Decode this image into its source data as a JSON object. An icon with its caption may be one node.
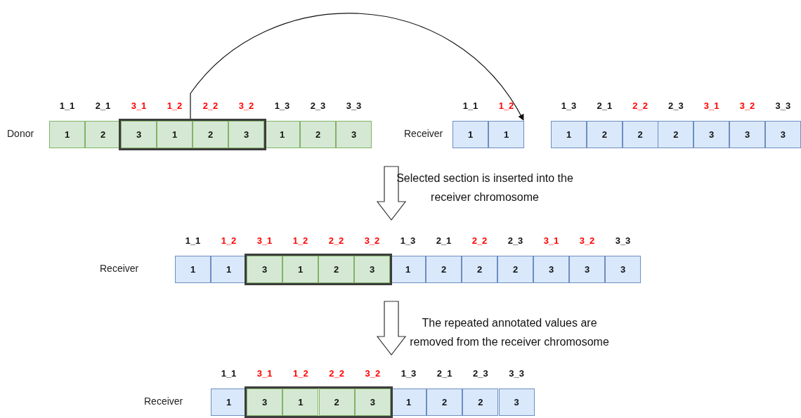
{
  "diagram": {
    "nodes": [
      {
        "text": [
          "Donor"
        ]
      },
      {
        "text": [
          "1"
        ],
        "beside": [
          "1_1"
        ],
        "in": 0
      },
      {
        "text": [
          "2"
        ],
        "beside": [
          "2_1"
        ],
        "in": 0
      },
      {
        "text": [],
        "shape": "box",
        "in": 0
      },
      {
        "text": [
          "3"
        ],
        "beside": [
          "3_1"
        ],
        "in": 3
      },
      {
        "text": [
          "1"
        ],
        "beside": [
          "1_2"
        ],
        "in": 3
      },
      {
        "text": [
          "2"
        ],
        "beside": [
          "2_2"
        ],
        "in": 3
      },
      {
        "text": [
          "3"
        ],
        "beside": [
          "3_2"
        ],
        "in": 3
      },
      {
        "text": [
          "1"
        ],
        "beside": [
          "1_3"
        ],
        "in": 0
      },
      {
        "text": [
          "2"
        ],
        "beside": [
          "2_3"
        ],
        "in": 0
      },
      {
        "text": [
          "3"
        ],
        "beside": [
          "3_3"
        ],
        "in": 0
      },
      {
        "text": [
          "Receiver"
        ]
      },
      {
        "text": [
          "1"
        ],
        "beside": [
          "1_1"
        ],
        "in": 11
      },
      {
        "text": [
          "1"
        ],
        "beside": [
          "1_2"
        ],
        "in": 11
      },
      {
        "text": [
          "1"
        ],
        "beside": [
          "1_3"
        ],
        "in": 11
      },
      {
        "text": [
          "2"
        ],
        "beside": [
          "2_1"
        ],
        "in": 11
      },
      {
        "text": [
          "2"
        ],
        "beside": [
          "2_2"
        ],
        "in": 11
      },
      {
        "text": [
          "2"
        ],
        "beside": [
          "2_3"
        ],
        "in": 11
      },
      {
        "text": [
          "3"
        ],
        "beside": [
          "3_1"
        ],
        "in": 11
      },
      {
        "text": [
          "3"
        ],
        "beside": [
          "3_2"
        ],
        "in": 11
      },
      {
        "text": [
          "3"
        ],
        "beside": [
          "3_3"
        ],
        "in": 11
      },
      {
        "text": [
          "Receiver"
        ]
      },
      {
        "text": [
          "1"
        ],
        "beside": [
          "1_1"
        ],
        "in": 21
      },
      {
        "text": [
          "1"
        ],
        "beside": [
          "1_2"
        ],
        "in": 21
      },
      {
        "text": [],
        "shape": "box",
        "in": 21
      },
      {
        "text": [
          "3"
        ],
        "beside": [
          "3_1"
        ],
        "in": 24
      },
      {
        "text": [
          "1"
        ],
        "beside": [
          "1_2"
        ],
        "in": 24
      },
      {
        "text": [
          "2"
        ],
        "beside": [
          "2_2"
        ],
        "in": 24
      },
      {
        "text": [
          "3"
        ],
        "beside": [
          "3_2"
        ],
        "in": 24
      },
      {
        "text": [
          "1"
        ],
        "beside": [
          "1_3"
        ],
        "in": 21
      },
      {
        "text": [
          "2"
        ],
        "beside": [
          "2_1"
        ],
        "in": 21
      },
      {
        "text": [
          "2"
        ],
        "beside": [
          "2_2"
        ],
        "in": 21
      },
      {
        "text": [
          "2"
        ],
        "beside": [
          "2_3"
        ],
        "in": 21
      },
      {
        "text": [
          "3"
        ],
        "beside": [
          "3_1"
        ],
        "in": 21
      },
      {
        "text": [
          "3"
        ],
        "beside": [
          "3_2"
        ],
        "in": 21
      },
      {
        "text": [
          "3"
        ],
        "beside": [
          "3_3"
        ],
        "in": 21
      },
      {
        "text": [
          "Receiver"
        ]
      },
      {
        "text": [
          "1"
        ],
        "beside": [
          "1_1"
        ],
        "in": 36
      },
      {
        "text": [],
        "shape": "box",
        "in": 36
      },
      {
        "text": [
          "3"
        ],
        "beside": [
          "3_1"
        ],
        "in": 38
      },
      {
        "text": [
          "1"
        ],
        "beside": [
          "1_2"
        ],
        "in": 38
      },
      {
        "text": [
          "2"
        ],
        "beside": [
          "2_2"
        ],
        "in": 38
      },
      {
        "text": [
          "3"
        ],
        "beside": [
          "3_2"
        ],
        "in": 38
      },
      {
        "text": [
          "1"
        ],
        "beside": [
          "1_3"
        ],
        "in": 36
      },
      {
        "text": [
          "2"
        ],
        "beside": [
          "2_1"
        ],
        "in": 36
      },
      {
        "text": [
          "2"
        ],
        "beside": [
          "2_3"
        ],
        "in": 36
      },
      {
        "text": [
          "3"
        ],
        "beside": [
          "3_3"
        ],
        "in": 36
      }
    ],
    "edges": [
      {
        "from": 3,
        "to": 13,
        "arrow": "to"
      }
    ],
    "labels": [
      "Selected section is inserted into the receiver chromosome",
      "The repeated annotated values are removed from the receiver chromosome"
    ]
  }
}
